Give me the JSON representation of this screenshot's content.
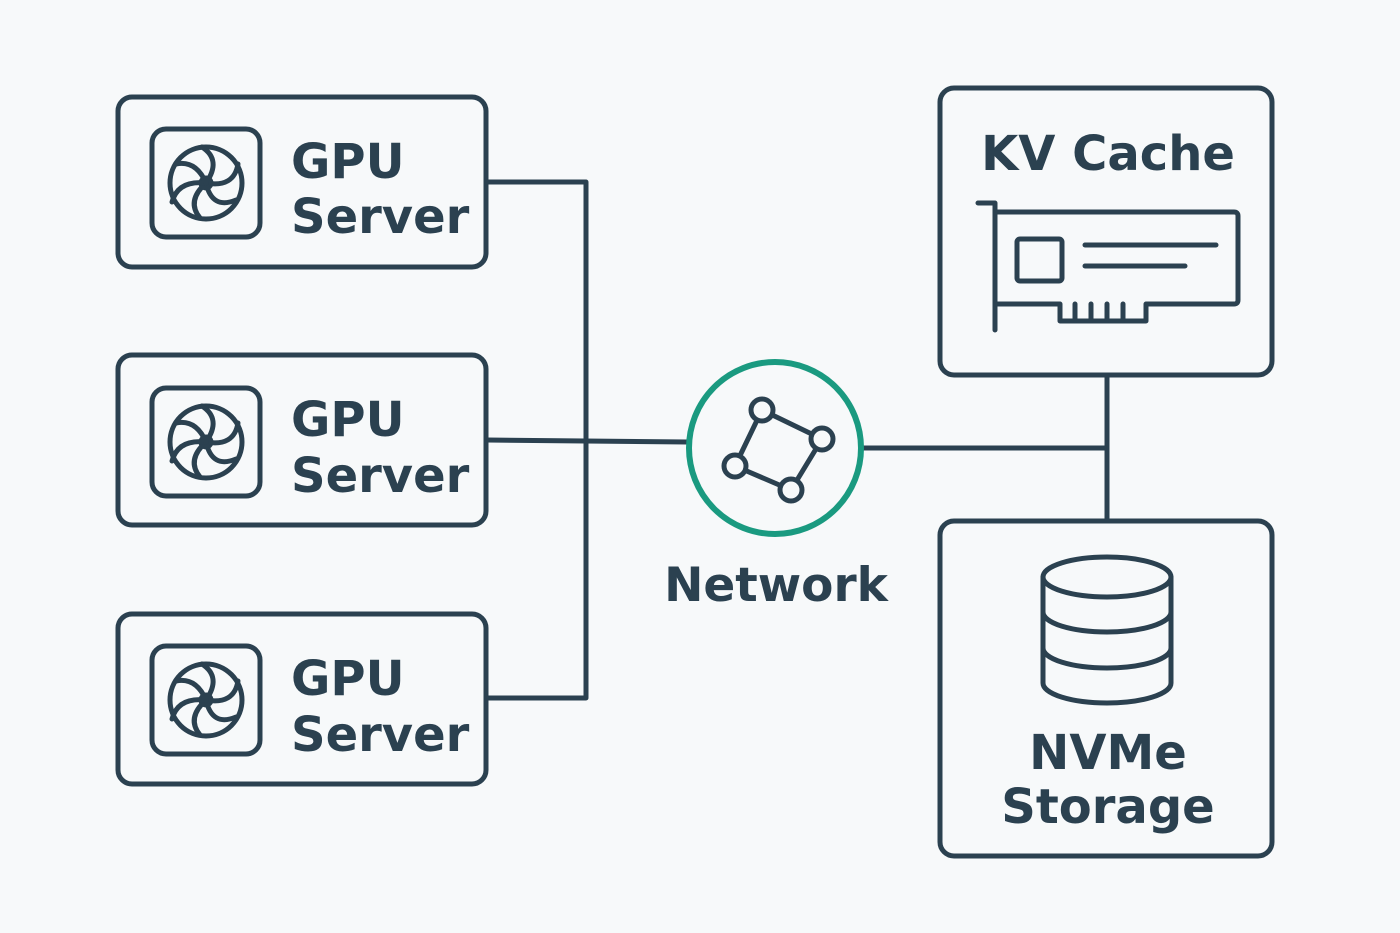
{
  "colors": {
    "stroke": "#2b4150",
    "accent": "#1a9a80",
    "background": "#f7f9fa"
  },
  "gpu_servers": [
    {
      "line1": "GPU",
      "line2": "Server",
      "icon": "fan-icon"
    },
    {
      "line1": "GPU",
      "line2": "Server",
      "icon": "fan-icon"
    },
    {
      "line1": "GPU",
      "line2": "Server",
      "icon": "fan-icon"
    }
  ],
  "network": {
    "label": "Network",
    "icon": "network-graph-icon"
  },
  "kv_cache": {
    "label": "KV Cache",
    "icon": "pcie-card-icon"
  },
  "nvme": {
    "line1": "NVMe",
    "line2": "Storage",
    "icon": "database-icon"
  }
}
